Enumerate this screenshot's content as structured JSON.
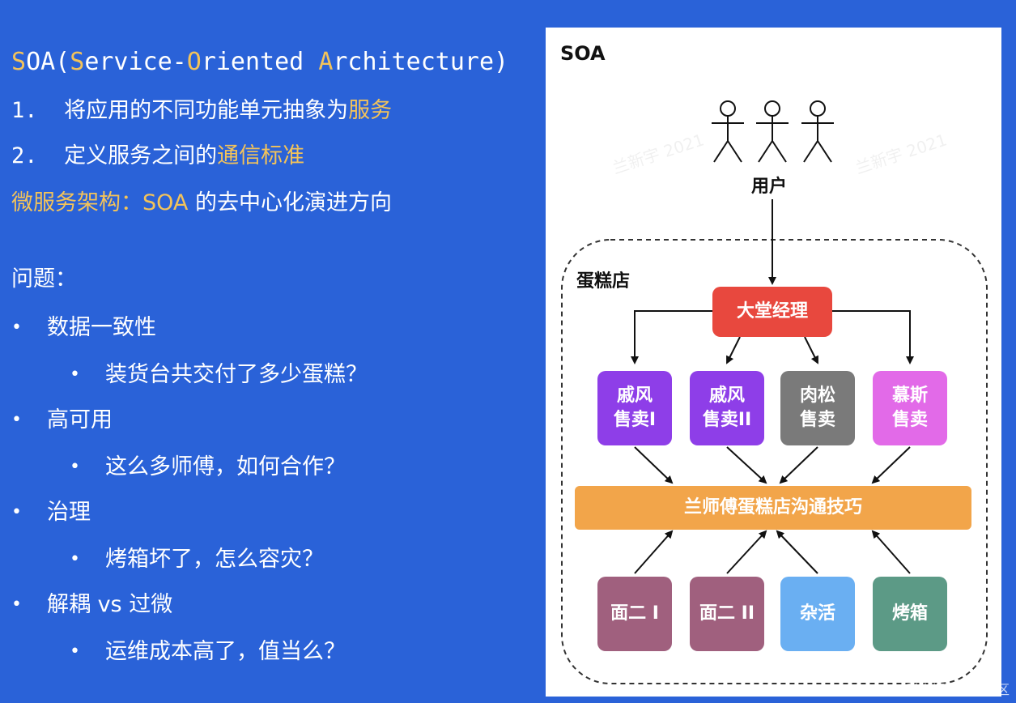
{
  "left": {
    "heading": {
      "parts": [
        {
          "t": "S",
          "hl": true
        },
        {
          "t": "OA(",
          "hl": false
        },
        {
          "t": "S",
          "hl": true
        },
        {
          "t": "ervice-",
          "hl": false
        },
        {
          "t": "O",
          "hl": true
        },
        {
          "t": "riented ",
          "hl": false
        },
        {
          "t": "A",
          "hl": true
        },
        {
          "t": "rchitecture)",
          "hl": false
        }
      ]
    },
    "point1": {
      "num": "1.",
      "text": "将应用的不同功能单元抽象为",
      "hl": "服务"
    },
    "point2": {
      "num": "2.",
      "text": "定义服务之间的",
      "hl": "通信标准"
    },
    "micro": {
      "hl": "微服务架构：SOA",
      "text": " 的去中心化演进方向"
    },
    "problems_title": "问题：",
    "bullet_char": "•",
    "problems": [
      {
        "label": "数据一致性",
        "sub": "装货台共交付了多少蛋糕？"
      },
      {
        "label": "高可用",
        "sub": "这么多师傅，如何合作？"
      },
      {
        "label": "治理",
        "sub": "烤箱坏了，怎么容灾？"
      },
      {
        "label": "解耦 vs 过微",
        "sub": "运维成本高了，值当么？"
      }
    ]
  },
  "diagram": {
    "title": "SOA",
    "users_label": "用户",
    "store_label": "蛋糕店",
    "manager": "大堂经理",
    "sellers": [
      {
        "label": "戚风\n售卖I",
        "color": "#8e3ee8"
      },
      {
        "label": "戚风\n售卖II",
        "color": "#8e3ee8"
      },
      {
        "label": "肉松\n售卖",
        "color": "#7a7a7a"
      },
      {
        "label": "慕斯\n售卖",
        "color": "#e26ae8"
      }
    ],
    "bus": "兰师傅蛋糕店沟通技巧",
    "workers": [
      {
        "label": "面二 I",
        "color": "#a0607e"
      },
      {
        "label": "面二 II",
        "color": "#a0607e"
      },
      {
        "label": "杂活",
        "color": "#6aaff2"
      },
      {
        "label": "烤箱",
        "color": "#5c9a86"
      }
    ],
    "colors": {
      "manager": "#e8483e",
      "bus": "#f2a54a"
    },
    "watermark": "兰新宇 2021"
  },
  "footer_watermark": "@稀土掘金技术社区"
}
